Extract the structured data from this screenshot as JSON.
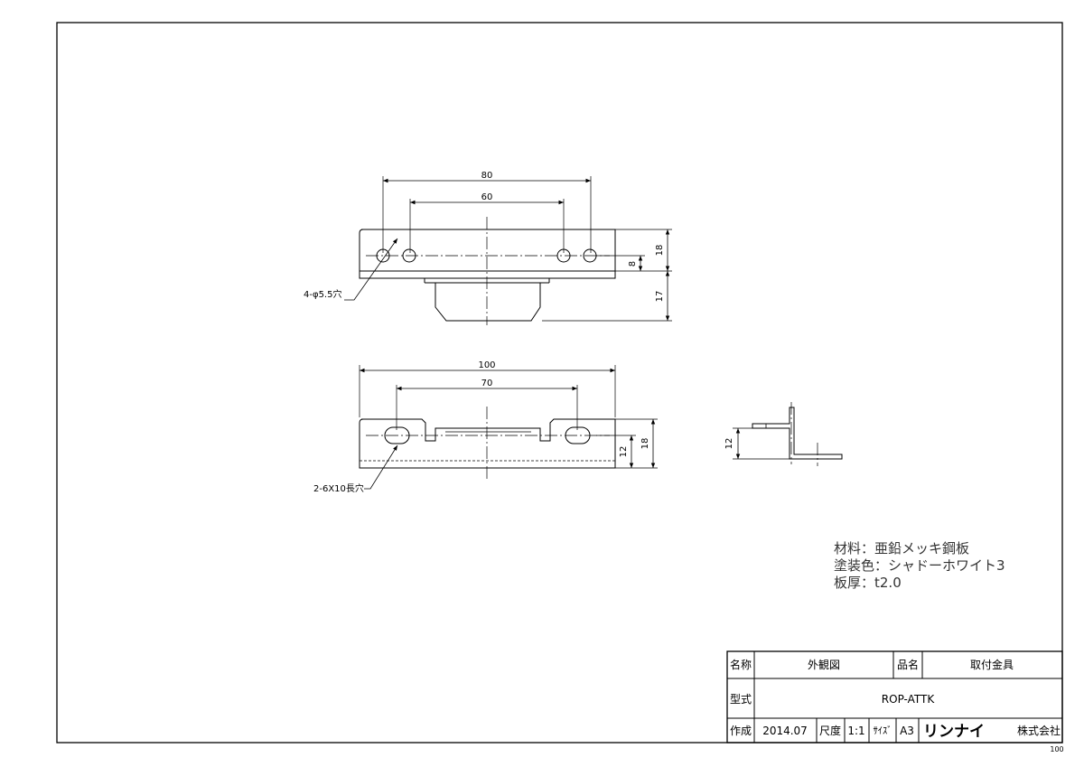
{
  "views": {
    "front": {
      "dims": {
        "width_outer": "80",
        "width_inner": "60",
        "height_total": "18",
        "height_hole": "8",
        "height_tab": "17"
      },
      "hole_callout": "4-φ5.5穴"
    },
    "top": {
      "dims": {
        "width_outer": "100",
        "width_inner": "70",
        "height_total": "18",
        "height_slot": "12"
      },
      "slot_callout": "2-6X10長穴"
    },
    "side": {
      "dims": {
        "height": "12"
      }
    }
  },
  "notes": [
    "材料：亜鉛メッキ鋼板",
    "塗装色：シャドーホワイト3",
    "板厚：t2.0"
  ],
  "title_block": {
    "name_label": "名称",
    "name_value": "外観図",
    "product_label": "品名",
    "product_value": "取付金具",
    "model_label": "型式",
    "model_value": "ROP-ATTK",
    "created_label": "作成",
    "created_value": "2014.07",
    "scale_label": "尺度",
    "scale_value": "1:1",
    "size_label": "ｻｲｽﾞ",
    "size_value": "A3",
    "company_logo": "リンナイ",
    "company_suffix": "株式会社"
  },
  "sheet_number": "100"
}
